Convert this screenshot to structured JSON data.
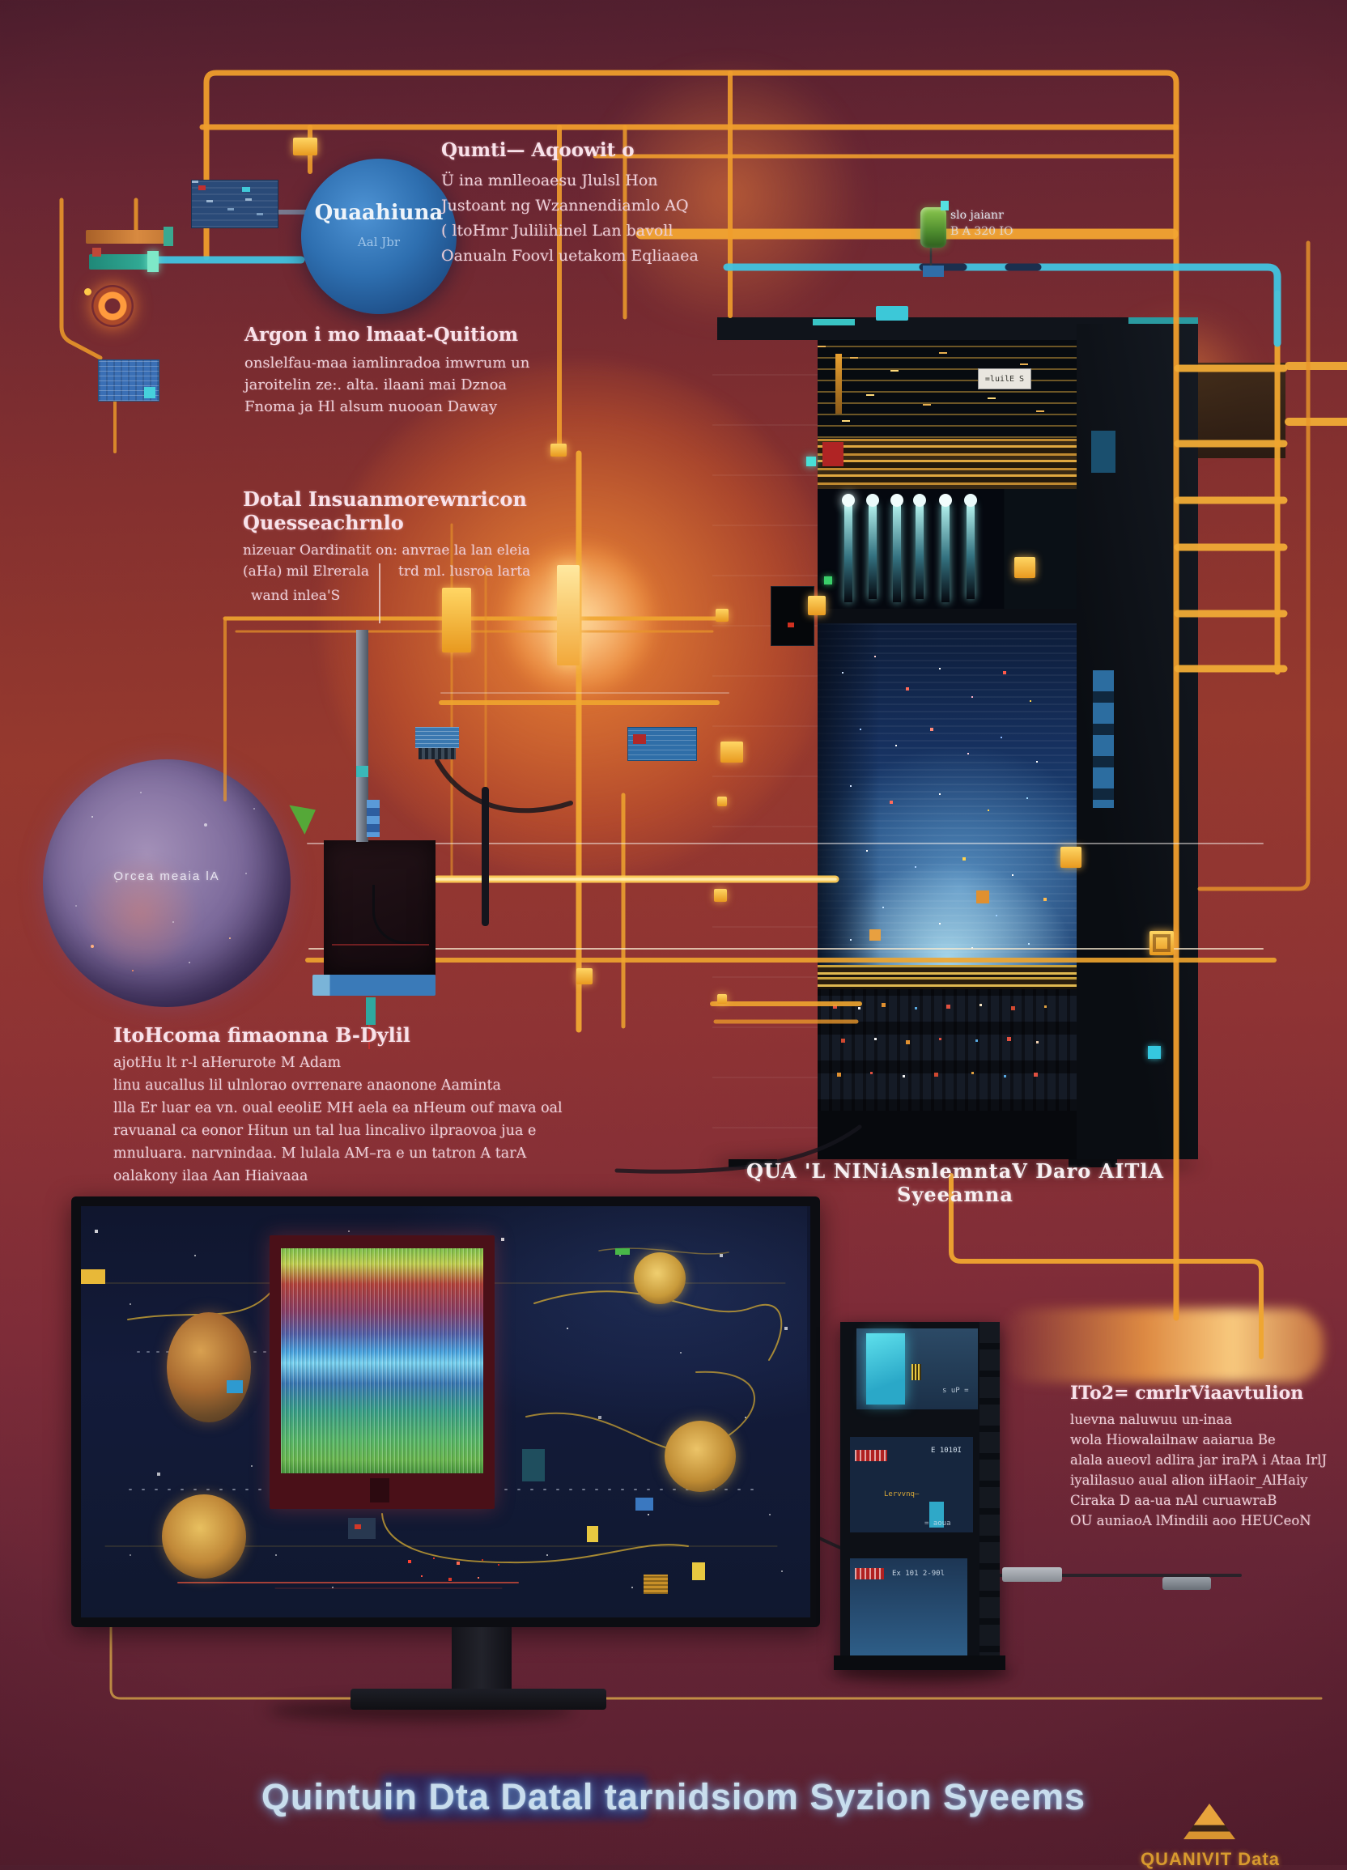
{
  "bottom_title": "Quintuin Dta Datal tarnidsiom Syzion Syeems",
  "brand_name": "QUANIVIT Data",
  "nebula_label": "Orcea meaia lA",
  "bubble": {
    "title": "Quaahiuna",
    "subtitle": "Aal Jbr"
  },
  "green_module": {
    "line1": "slo jaianr",
    "line2": "B A 320 IO"
  },
  "rack": {
    "caption": "QUA 'L NINiAsnlemntaV Daro AITlA Syeeamna",
    "panel_label": "=luilE S"
  },
  "tower": {
    "bay1_code": "s uP =",
    "bay2_code": "E 1010I",
    "bay2_gold": "Lervvnq—",
    "bay2_small": "= aoua",
    "bay3_code": "Ex 101  2-90l"
  },
  "blocks": {
    "quantum_top": {
      "heading": "Qumti— Aqoowit o",
      "lines": [
        "Ü ina mnlleoaesu Jlulsl Hon",
        "Justoant ng Wzannendiamlo AQ",
        "( ltoHmr Julilihinel Lan bavoll",
        "Oanualn Foovl uetakom Eqliaaea"
      ]
    },
    "argon": {
      "heading": "Argon i mo lmaat-Quitiom",
      "lines": [
        "onslelfau-maa iamlinradoa imwrum un",
        "jaroitelin ze:. alta. ilaani mai Dznoa",
        "Fnoma ja Hl alsum nuooan Daway"
      ]
    },
    "data_block": {
      "heading": "Dotal Insuanmorewnricon Quesseachrnlo",
      "line1": "nizeuar Oardinatit on: anvrae la lan eleia",
      "col_left": "(aHa) mil Elrerala",
      "col_right": "trd ml. lusroa larta",
      "line_last": "wand inlea'S"
    },
    "itonema": {
      "heading": "ItoHcoma fimaonna B-Dylil",
      "lines": [
        "ajotHu lt r-l aHerurote M Adam",
        "linu aucallus lil ulnlorao ovrrenare anaonone Aaminta",
        "llla Er luar ea vn. oual eeoliE MH aela ea nHeum ouf mava oal",
        "ravuanal ca eonor Hitun un tal lua lincalivo ilpraovoa jua e",
        "mnuluara. narvnindaa. M lulala AM–ra e un tatron A tarA",
        "oalakony ilaa Aan Hiaivaaa"
      ]
    },
    "right_block": {
      "heading": "ITo2= cmrlrViaavtulion",
      "lines": [
        "luevna naluwuu un-inaa",
        "wola Hiowalailnaw aaiarua Be",
        "alala aueovl adlira jar iraPA i Ataa IrlJ",
        "iyalilasuo aual alion iiHaoir_AlHaiy",
        "Ciraka D aa-ua nAl curuawraB",
        "OU auniaoA lMindili aoo HEUCeoN"
      ]
    }
  },
  "colors": {
    "accent_orange": "#ef9d2c",
    "accent_cyan": "#41c3e0",
    "background_maroon": "#6b2734",
    "title_blue": "#c8dded",
    "brand_gold": "#d89a2e"
  }
}
